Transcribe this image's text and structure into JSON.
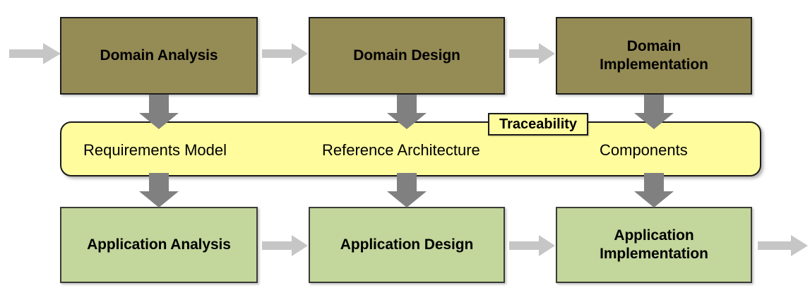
{
  "diagram": {
    "title_text_present": false,
    "colors": {
      "domain_fill": "#958B55",
      "application_fill": "#C3D69B",
      "band_fill": "#FFFC9E",
      "trace_tag_fill": "#FFFC9E",
      "horizontal_arrow": "#C6C6C6",
      "vertical_arrow": "#808080",
      "box_border": "#262626"
    },
    "rows": {
      "domain_engineering": {
        "boxes": [
          {
            "label": "Domain Analysis",
            "lines": [
              "Domain Analysis"
            ]
          },
          {
            "label": "Domain Design",
            "lines": [
              "Domain Design"
            ]
          },
          {
            "label": "Domain Implementation",
            "lines": [
              "Domain",
              "Implementation"
            ]
          }
        ]
      },
      "traceability_band": {
        "tag_label": "Traceability",
        "artifacts": [
          {
            "label": "Requirements Model"
          },
          {
            "label": "Reference Architecture"
          },
          {
            "label": "Components"
          }
        ]
      },
      "application_engineering": {
        "boxes": [
          {
            "label": "Application Analysis",
            "lines": [
              "Application Analysis"
            ]
          },
          {
            "label": "Application Design",
            "lines": [
              "Application Design"
            ]
          },
          {
            "label": "Application Implementation",
            "lines": [
              "Application",
              "Implementation"
            ]
          }
        ]
      }
    },
    "connectors": {
      "horizontal": [
        {
          "name": "entry-arrow-domain-analysis"
        },
        {
          "name": "arrow-domain-analysis-to-domain-design"
        },
        {
          "name": "arrow-domain-design-to-domain-implementation"
        },
        {
          "name": "arrow-application-analysis-to-application-design"
        },
        {
          "name": "arrow-application-design-to-application-implementation"
        },
        {
          "name": "exit-arrow-application-implementation"
        }
      ],
      "vertical": [
        {
          "name": "arrow-domain-analysis-to-requirements-model"
        },
        {
          "name": "arrow-domain-design-to-reference-architecture"
        },
        {
          "name": "arrow-domain-implementation-to-components"
        },
        {
          "name": "arrow-requirements-model-to-application-analysis"
        },
        {
          "name": "arrow-reference-architecture-to-application-design"
        },
        {
          "name": "arrow-components-to-application-implementation"
        }
      ]
    }
  }
}
